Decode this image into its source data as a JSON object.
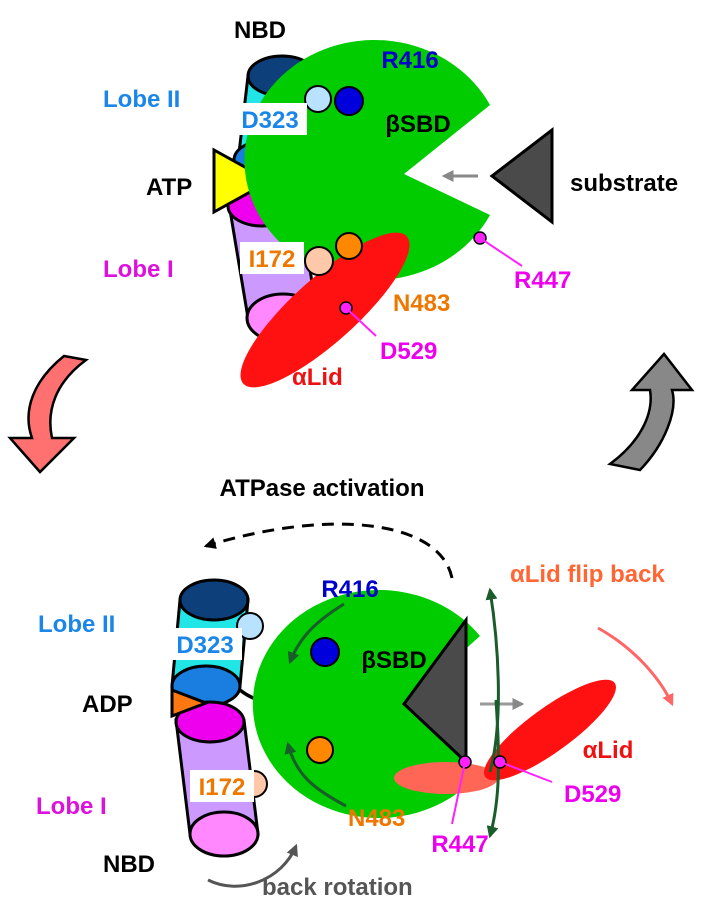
{
  "colors": {
    "nbd_dark": "#0d3f7a",
    "nbd_cyan": "#22e6e6",
    "nbd_blue": "#1a7ee0",
    "lobe1_magenta": "#ee00ee",
    "lobe1_violet": "#cc99ff",
    "lobe1_pink": "#ff88ff",
    "sbd_green": "#00cc00",
    "lid_red": "#ff1111",
    "atp_yellow": "#ffff00",
    "adp_orange": "#ff7711",
    "residue_blue": "#0000dd",
    "residue_lightblue": "#b8e2ff",
    "residue_peach": "#ffc8a8",
    "residue_orange": "#ff8800",
    "residue_magenta": "#ff22ff",
    "substrate_gray": "#4a4a4a",
    "arrow_salmon": "#ff6666",
    "arrow_gray": "#888888",
    "curved_arrow_green": "#1a5c2a",
    "flip_back_text": "#ff6633",
    "label_lobe2": "#1a86e8",
    "label_lobe1": "#dd11dd",
    "label_orange": "#ee7700",
    "label_blue": "#0000cc",
    "label_magenta": "#ee00ee",
    "label_red": "#ee1111"
  },
  "top_state": {
    "nbd": "NBD",
    "lobe2": "Lobe II",
    "lobe1": "Lobe I",
    "d323": "D323",
    "i172": "I172",
    "nucleotide": "ATP",
    "r416": "R416",
    "sbd": "βSBD",
    "substrate": "substrate",
    "r447": "R447",
    "n483": "N483",
    "d529": "D529",
    "lid": "αLid"
  },
  "bottom_state": {
    "atpase_activation": "ATPase activation",
    "lobe2": "Lobe II",
    "lobe1": "Lobe I",
    "d323": "D323",
    "i172": "I172",
    "nucleotide": "ADP",
    "nbd": "NBD",
    "r416": "R416",
    "sbd": "βSBD",
    "flip_back": "αLid flip back",
    "lid": "αLid",
    "d529": "D529",
    "n483": "N483",
    "r447": "R447",
    "back_rotation": "back rotation"
  },
  "transitions": {
    "left_arrow": "down-arrow",
    "right_arrow": "up-arrow"
  }
}
